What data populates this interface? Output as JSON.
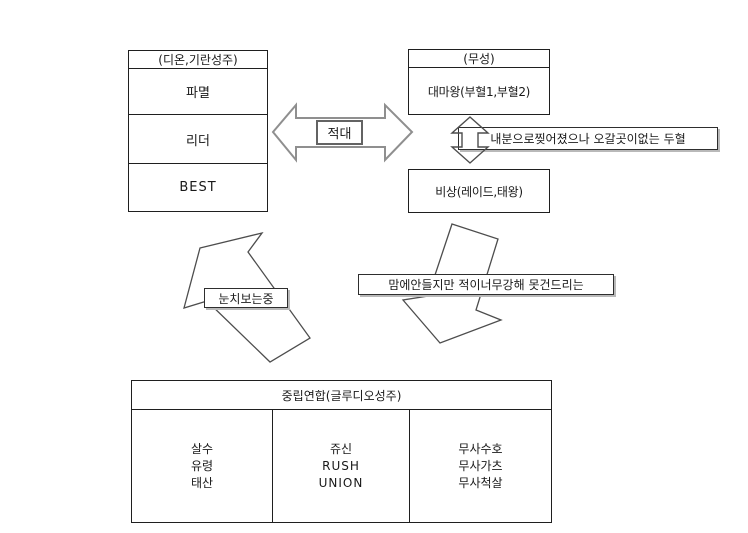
{
  "colors": {
    "background": "#ffffff",
    "box_line": "#1f1f1f",
    "gray_arrow": "#8f8f8f",
    "thin_arrow": "#4d4d4d",
    "text": "#191919"
  },
  "factions": {
    "left": {
      "header": "(디온,기란성주)",
      "rows": [
        "파멸",
        "리더",
        "BEST"
      ]
    },
    "right_top": {
      "header": "(무성)",
      "rows": [
        "대마왕(부혈1,부혈2)"
      ]
    },
    "right_bottom": {
      "label": "비상(레이드,태왕)"
    }
  },
  "relations": {
    "hostility": "적대",
    "split": "내분으로찢어졌으나 오갈곳이없는 두혈",
    "watching": "눈치보는중",
    "fear": "맘에안들지만 적이너무강해 못건드리는"
  },
  "neutral_alliance": {
    "header": "중립연합(글루디오성주)",
    "columns": [
      {
        "members": [
          "살수",
          "유령",
          "태산"
        ]
      },
      {
        "members": [
          "쥬신",
          "RUSH",
          "UNION"
        ]
      },
      {
        "members": [
          "무사수호",
          "무사가츠",
          "무사척살"
        ]
      }
    ]
  }
}
